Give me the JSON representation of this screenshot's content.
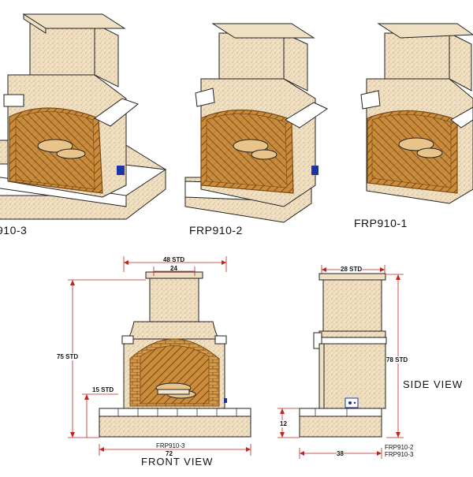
{
  "models": [
    {
      "label": "910-3"
    },
    {
      "label": "FRP910-2"
    },
    {
      "label": "FRP910-1"
    }
  ],
  "front_view": {
    "title": "FRONT VIEW",
    "dims": {
      "top_width": "48 STD",
      "chimney_width": "24",
      "height": "75 STD",
      "hearth": "15 STD",
      "base_width": "72"
    },
    "model_note": "FRP910-3"
  },
  "side_view": {
    "title": "SIDE VIEW",
    "dims": {
      "top": "28 STD",
      "height": "78 STD",
      "base_height": "12",
      "base_width": "38"
    },
    "model_notes": [
      "FRP910-2",
      "FRP910-3"
    ]
  },
  "colors": {
    "stucco": "#e9d7b8",
    "firebox": "#c98b3c",
    "brick_line": "#7a4a12",
    "dim_red": "#c0261c",
    "outline": "#222222"
  }
}
